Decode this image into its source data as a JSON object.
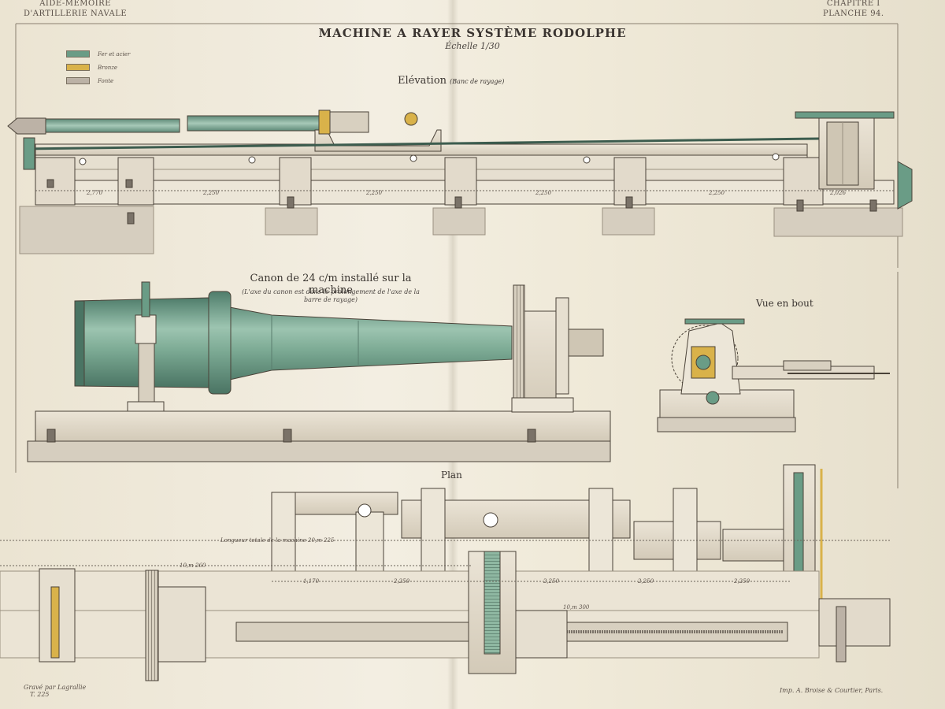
{
  "header": {
    "left_line1": "AIDE-MÉMOIRE",
    "left_line2": "D'ARTILLERIE NAVALE",
    "right_line1": "CHAPITRE I",
    "right_line2": "PLANCHE 94."
  },
  "title": "MACHINE A RAYER SYSTÈME RODOLPHE",
  "scale": "Échelle 1/30",
  "legend": [
    {
      "label": "Fer et acier",
      "color": "#6a9c86"
    },
    {
      "label": "Bronze",
      "color": "#d9b24a"
    },
    {
      "label": "Fonte",
      "color": "#bcb2a6"
    }
  ],
  "views": {
    "elevation": {
      "title": "Elévation",
      "subtitle": "(Banc de rayage)"
    },
    "canon": {
      "title": "Canon de 24 c/m installé sur la machine",
      "note": "(L'axe du canon est dans le prolongement de l'axe de la barre de rayage)"
    },
    "end_view": {
      "title": "Vue en bout"
    },
    "plan": {
      "title": "Plan"
    }
  },
  "dimensions": {
    "elevation": [
      "2,770",
      "2,250",
      "2,250",
      "2,250",
      "2,250",
      "2,026"
    ],
    "plan_total": "Longueur totale de la machine  20,m 225",
    "plan_partial": "10,m 260",
    "plan_spans": [
      "1,170",
      "2,250",
      "2,250",
      "2,250",
      "2,250"
    ],
    "plan_mid": "10,m 300"
  },
  "colors": {
    "paper": "#efe9da",
    "steel": "#6a9c86",
    "cast_iron": "#d8d0c0",
    "bronze": "#d9b24a",
    "line": "#4a4238"
  },
  "footer": {
    "engraver": "Gravé par Lagrallie",
    "plate_ref": "T. 225",
    "printer": "Imp. A. Broise & Courtier, Paris."
  }
}
